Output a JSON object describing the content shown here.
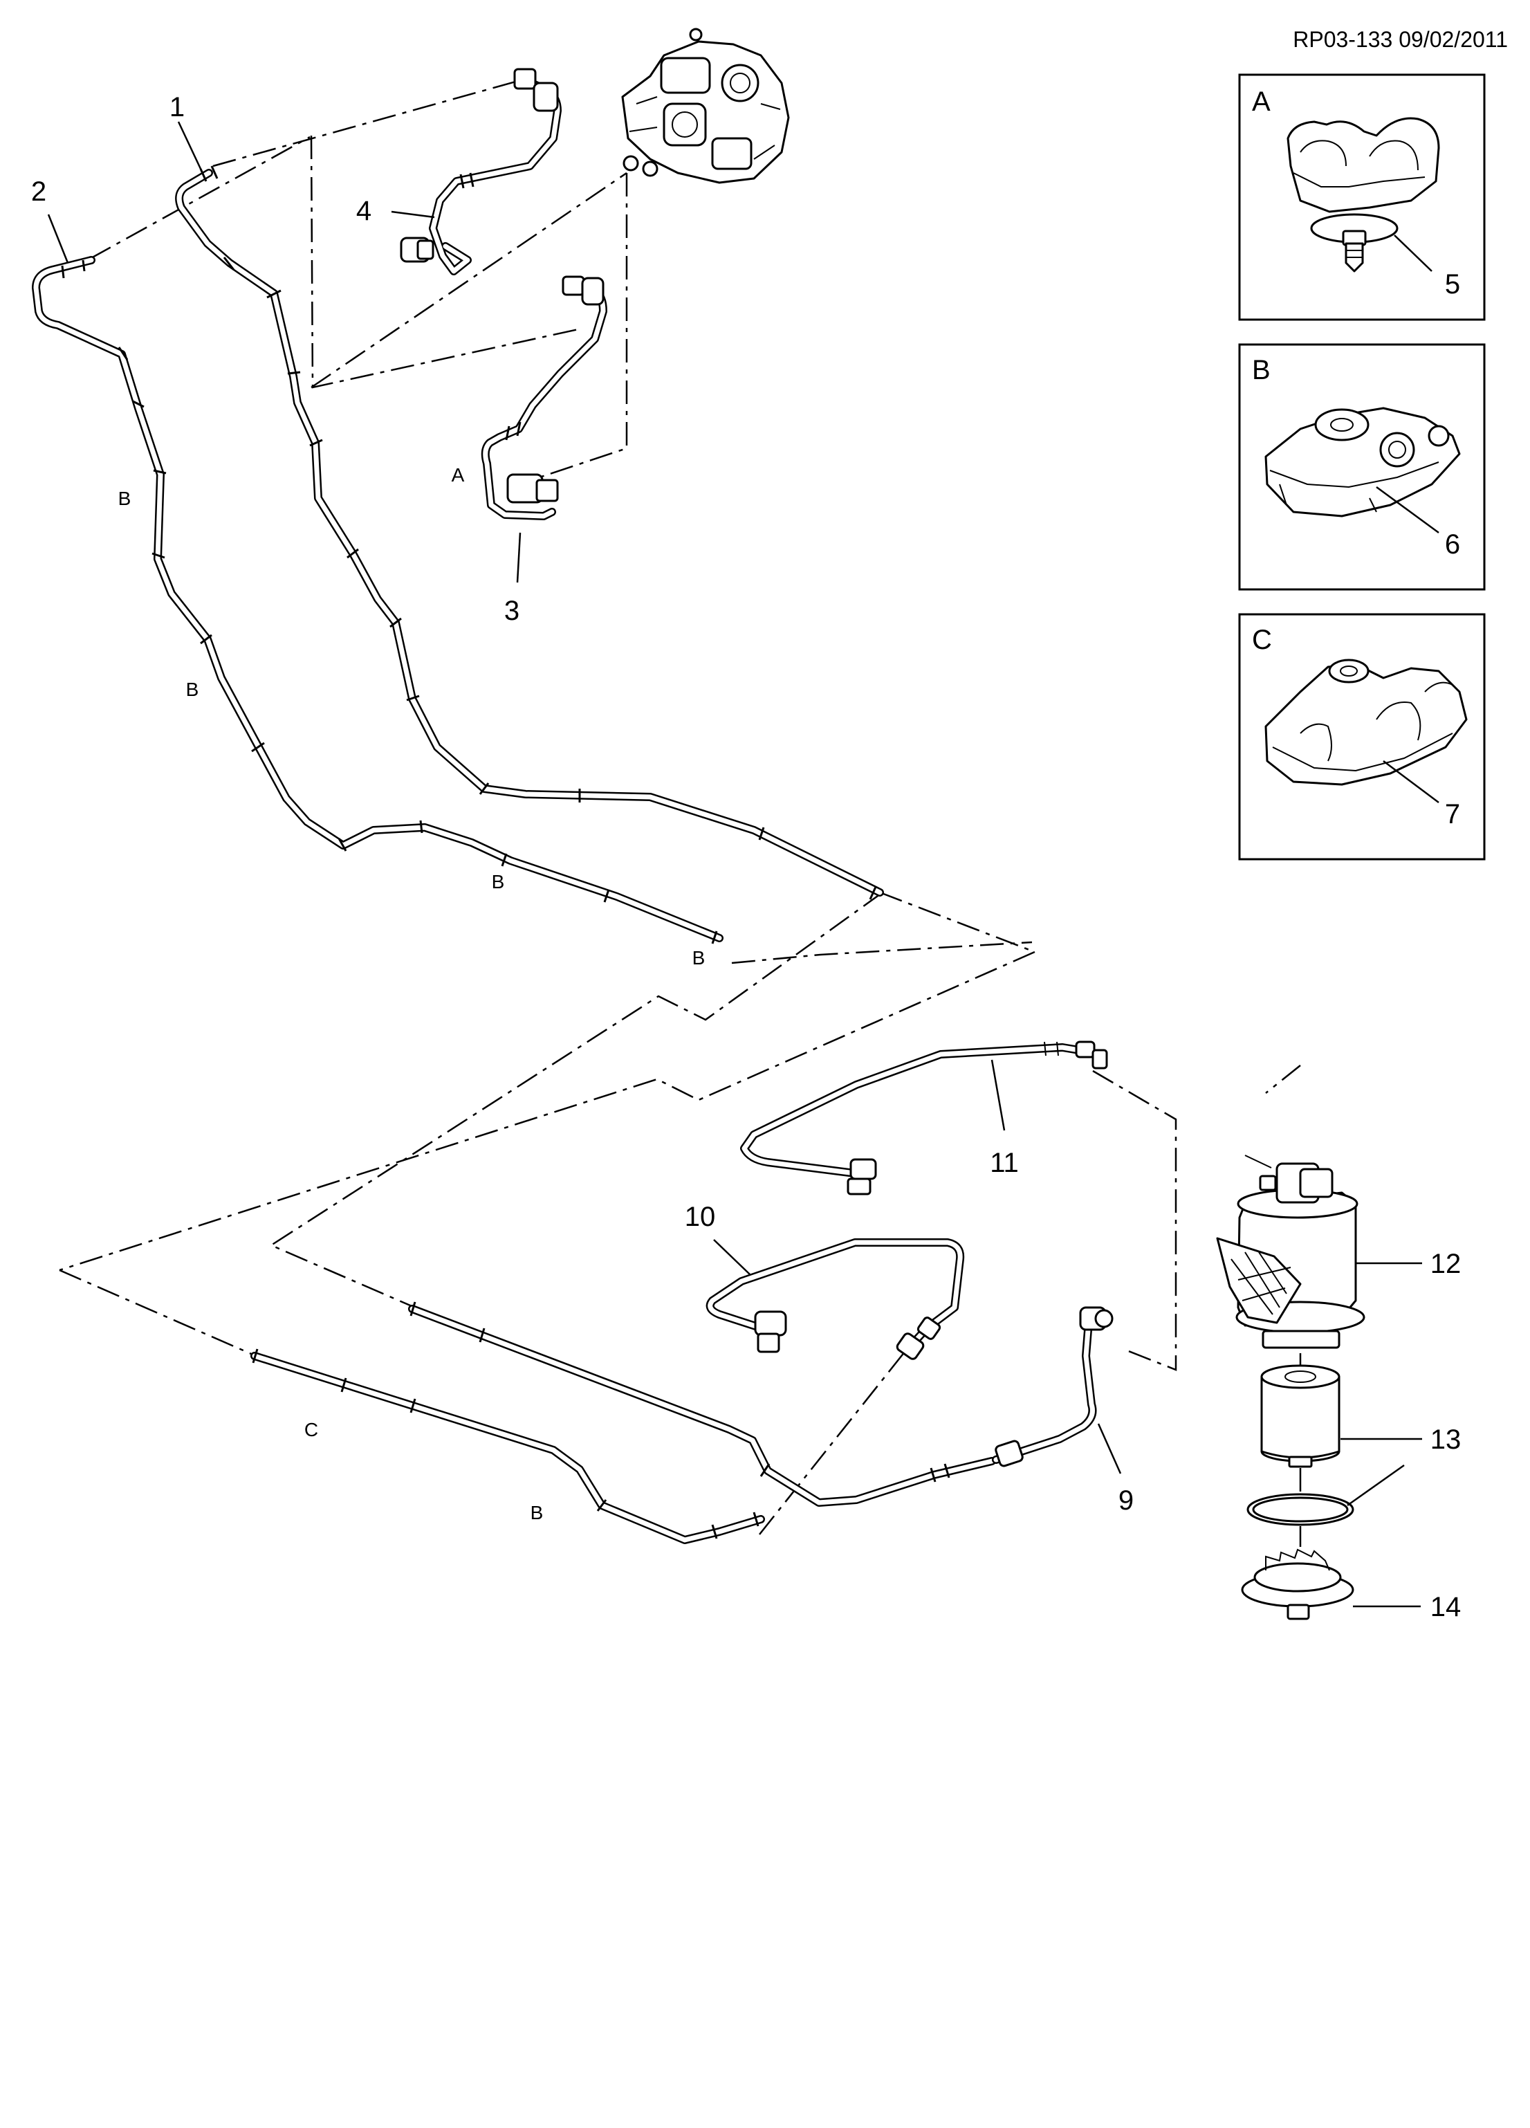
{
  "reference": "RP03-133 09/02/2011",
  "callouts": [
    "1",
    "2",
    "3",
    "4",
    "5",
    "6",
    "7",
    "9",
    "10",
    "11",
    "12",
    "13",
    "14"
  ],
  "clip_letters": {
    "a": "A",
    "b": "B",
    "c": "C"
  },
  "inset_titles": {
    "a": "A",
    "b": "B",
    "c": "C"
  },
  "inset_callouts": {
    "a": "5",
    "b": "6",
    "c": "7"
  }
}
